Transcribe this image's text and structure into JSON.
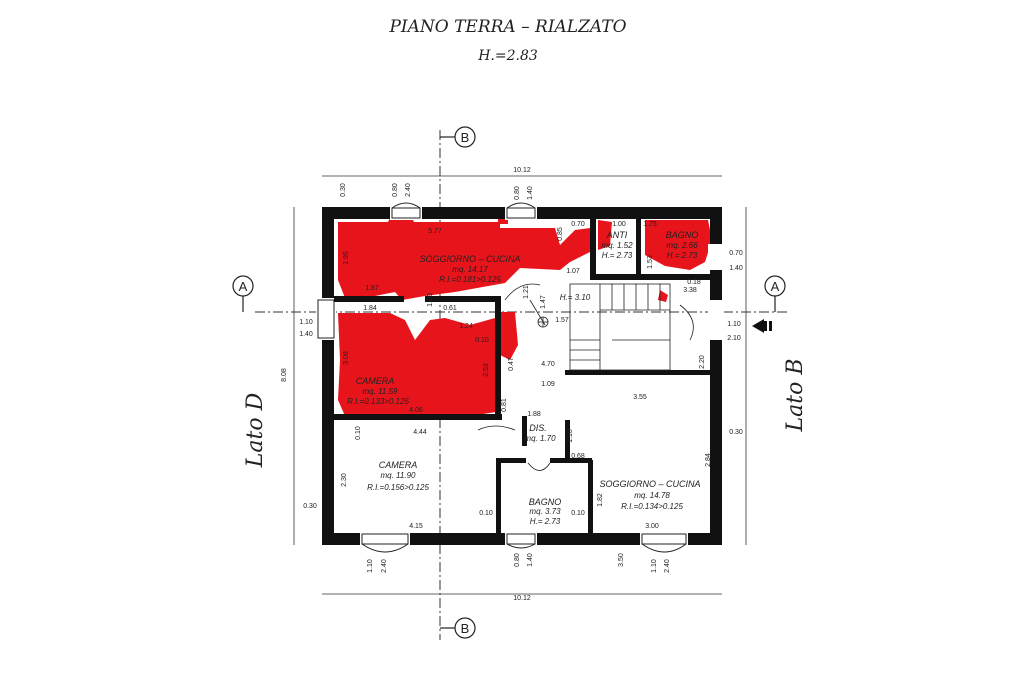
{
  "header": {
    "title": "PIANO TERRA – RIALZATO",
    "height": "H.=2.83"
  },
  "axes": {
    "b_top": "B",
    "b_bottom": "B",
    "a_left": "A",
    "a_right": "A"
  },
  "sides": {
    "left": "Lato D",
    "right": "Lato B"
  },
  "colors": {
    "wall": "#111111",
    "damage": "#e8141c",
    "line": "#222222"
  },
  "rooms": {
    "soggiorno_top": {
      "name": "SOGGIORNO – CUCINA",
      "area": "mq. 14.17",
      "ri": "R.I.=0.181>0.125"
    },
    "anti": {
      "name": "ANTI",
      "area": "mq. 1.52",
      "h": "H.= 2.73"
    },
    "bagno_top": {
      "name": "BAGNO",
      "area": "mq. 2.66",
      "h": "H.= 2.73"
    },
    "camera_left": {
      "name": "CAMERA",
      "area": "mq. 11.59",
      "ri": "R.I.=0.133>0.125"
    },
    "camera_bottom": {
      "name": "CAMERA",
      "area": "mq. 11.90",
      "ri": "R.I.=0.156>0.125"
    },
    "dis": {
      "name": "DIS.",
      "area": "mq. 1.70"
    },
    "bagno_bottom": {
      "name": "BAGNO",
      "area": "mq. 3.73",
      "h": "H.= 2.73"
    },
    "soggiorno_bottom": {
      "name": "SOGGIORNO – CUCINA",
      "area": "mq. 14.78",
      "ri": "R.I.=0.134>0.125"
    },
    "stair": {
      "h": "H.= 3.10"
    }
  },
  "dims": {
    "top_total": "10.12",
    "bottom_total": "10.12",
    "d030a": "0.30",
    "d080a": "0.80",
    "d240a": "2.40",
    "d080b": "0.80",
    "d140a": "1.40",
    "d577": "5.77",
    "d085": "0.85",
    "d070a": "0.70",
    "d100a": "1.00",
    "d175": "1.75",
    "d070r": "0.70",
    "d140r": "1.40",
    "d195": "1.95",
    "d187": "1.87",
    "d107": "1.07",
    "d153": "1.53",
    "d121": "1.21",
    "d147": "1.47",
    "d338": "3.38",
    "d018": "0.18",
    "d110l": "1.10",
    "d140l": "1.40",
    "d184": "1.84",
    "d061": "0.61",
    "d124": "1.24",
    "d157": "1.57",
    "d110r": "1.10",
    "d210r": "2.10",
    "d010": "0.10",
    "d103": "1.03",
    "d308": "3.08",
    "d253": "2.53",
    "d047": "0.47",
    "d470": "4.70",
    "d220": "2.20",
    "d109": "1.09",
    "d808": "8.08",
    "d406": "4.06",
    "d081": "0.81",
    "d355": "3.55",
    "d188": "1.88",
    "d010b": "0.10",
    "d444": "4.44",
    "d110m": "1.10",
    "d030r": "0.30",
    "d230": "2.30",
    "d068": "0.68",
    "d284": "2.84",
    "d030l": "0.30",
    "d182": "1.82",
    "d415": "4.15",
    "d010c": "0.10",
    "d010d": "0.10",
    "d300": "3.00",
    "d110bl": "1.10",
    "d240bl": "2.40",
    "d080c": "0.80",
    "d140c": "1.40",
    "d350": "3.50",
    "d110br": "1.10",
    "d240br": "2.40"
  }
}
